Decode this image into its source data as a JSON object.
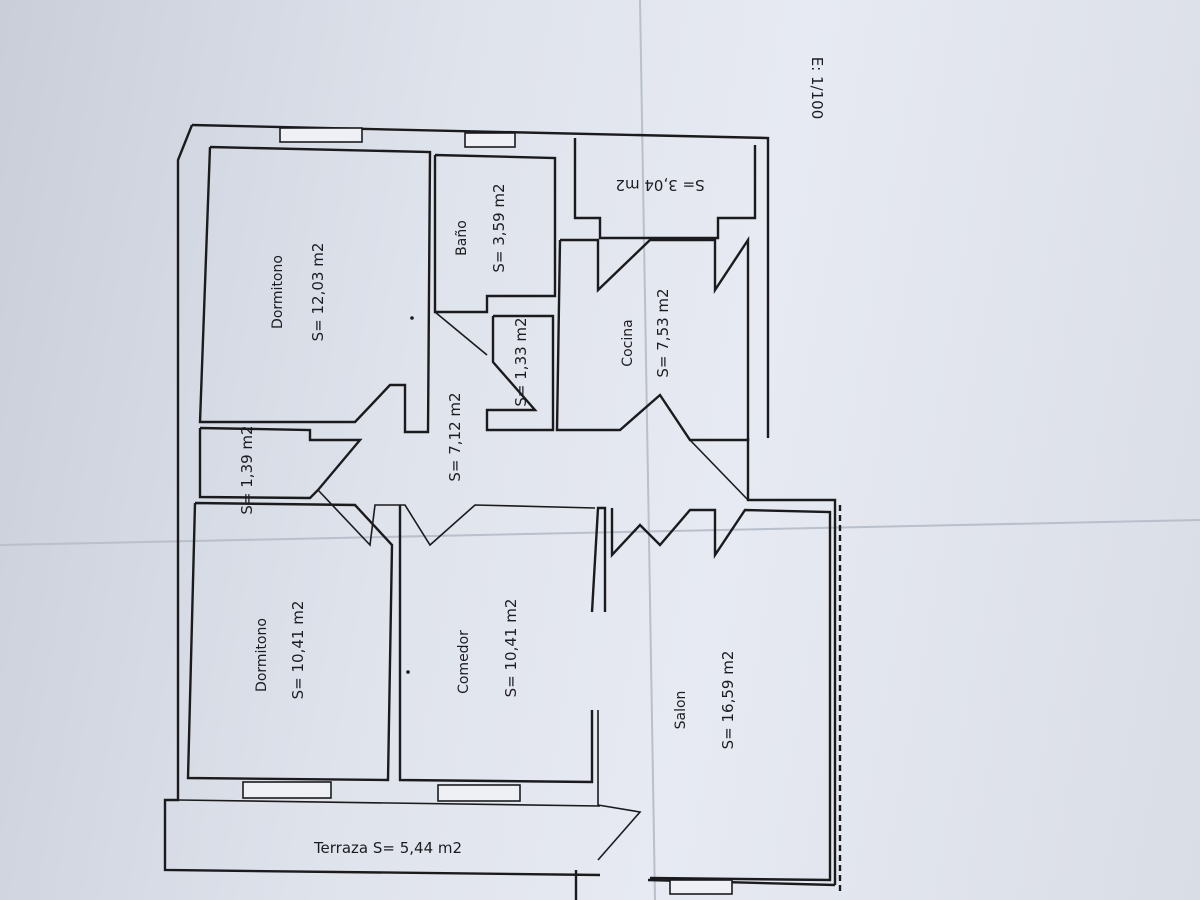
{
  "scale": "E: 1/100",
  "rooms": [
    {
      "name": "Dormitono",
      "area": "S= 12,03 m2"
    },
    {
      "name": "Baño",
      "area": "S= 3,59 m2"
    },
    {
      "area": "S= 3,04 m2"
    },
    {
      "area": "S= 1,33 m2"
    },
    {
      "name": "Cocina",
      "area": "S= 7,53 m2"
    },
    {
      "area": "S= 7,12 m2"
    },
    {
      "area": "S= 1,39 m2"
    },
    {
      "name": "Dormitono",
      "area": "S= 10,41 m2"
    },
    {
      "name": "Comedor",
      "area": "S= 10,41 m2"
    },
    {
      "name": "Salon",
      "area": "S= 16,59 m2"
    },
    {
      "label": "Terraza S= 5,44 m2"
    }
  ]
}
